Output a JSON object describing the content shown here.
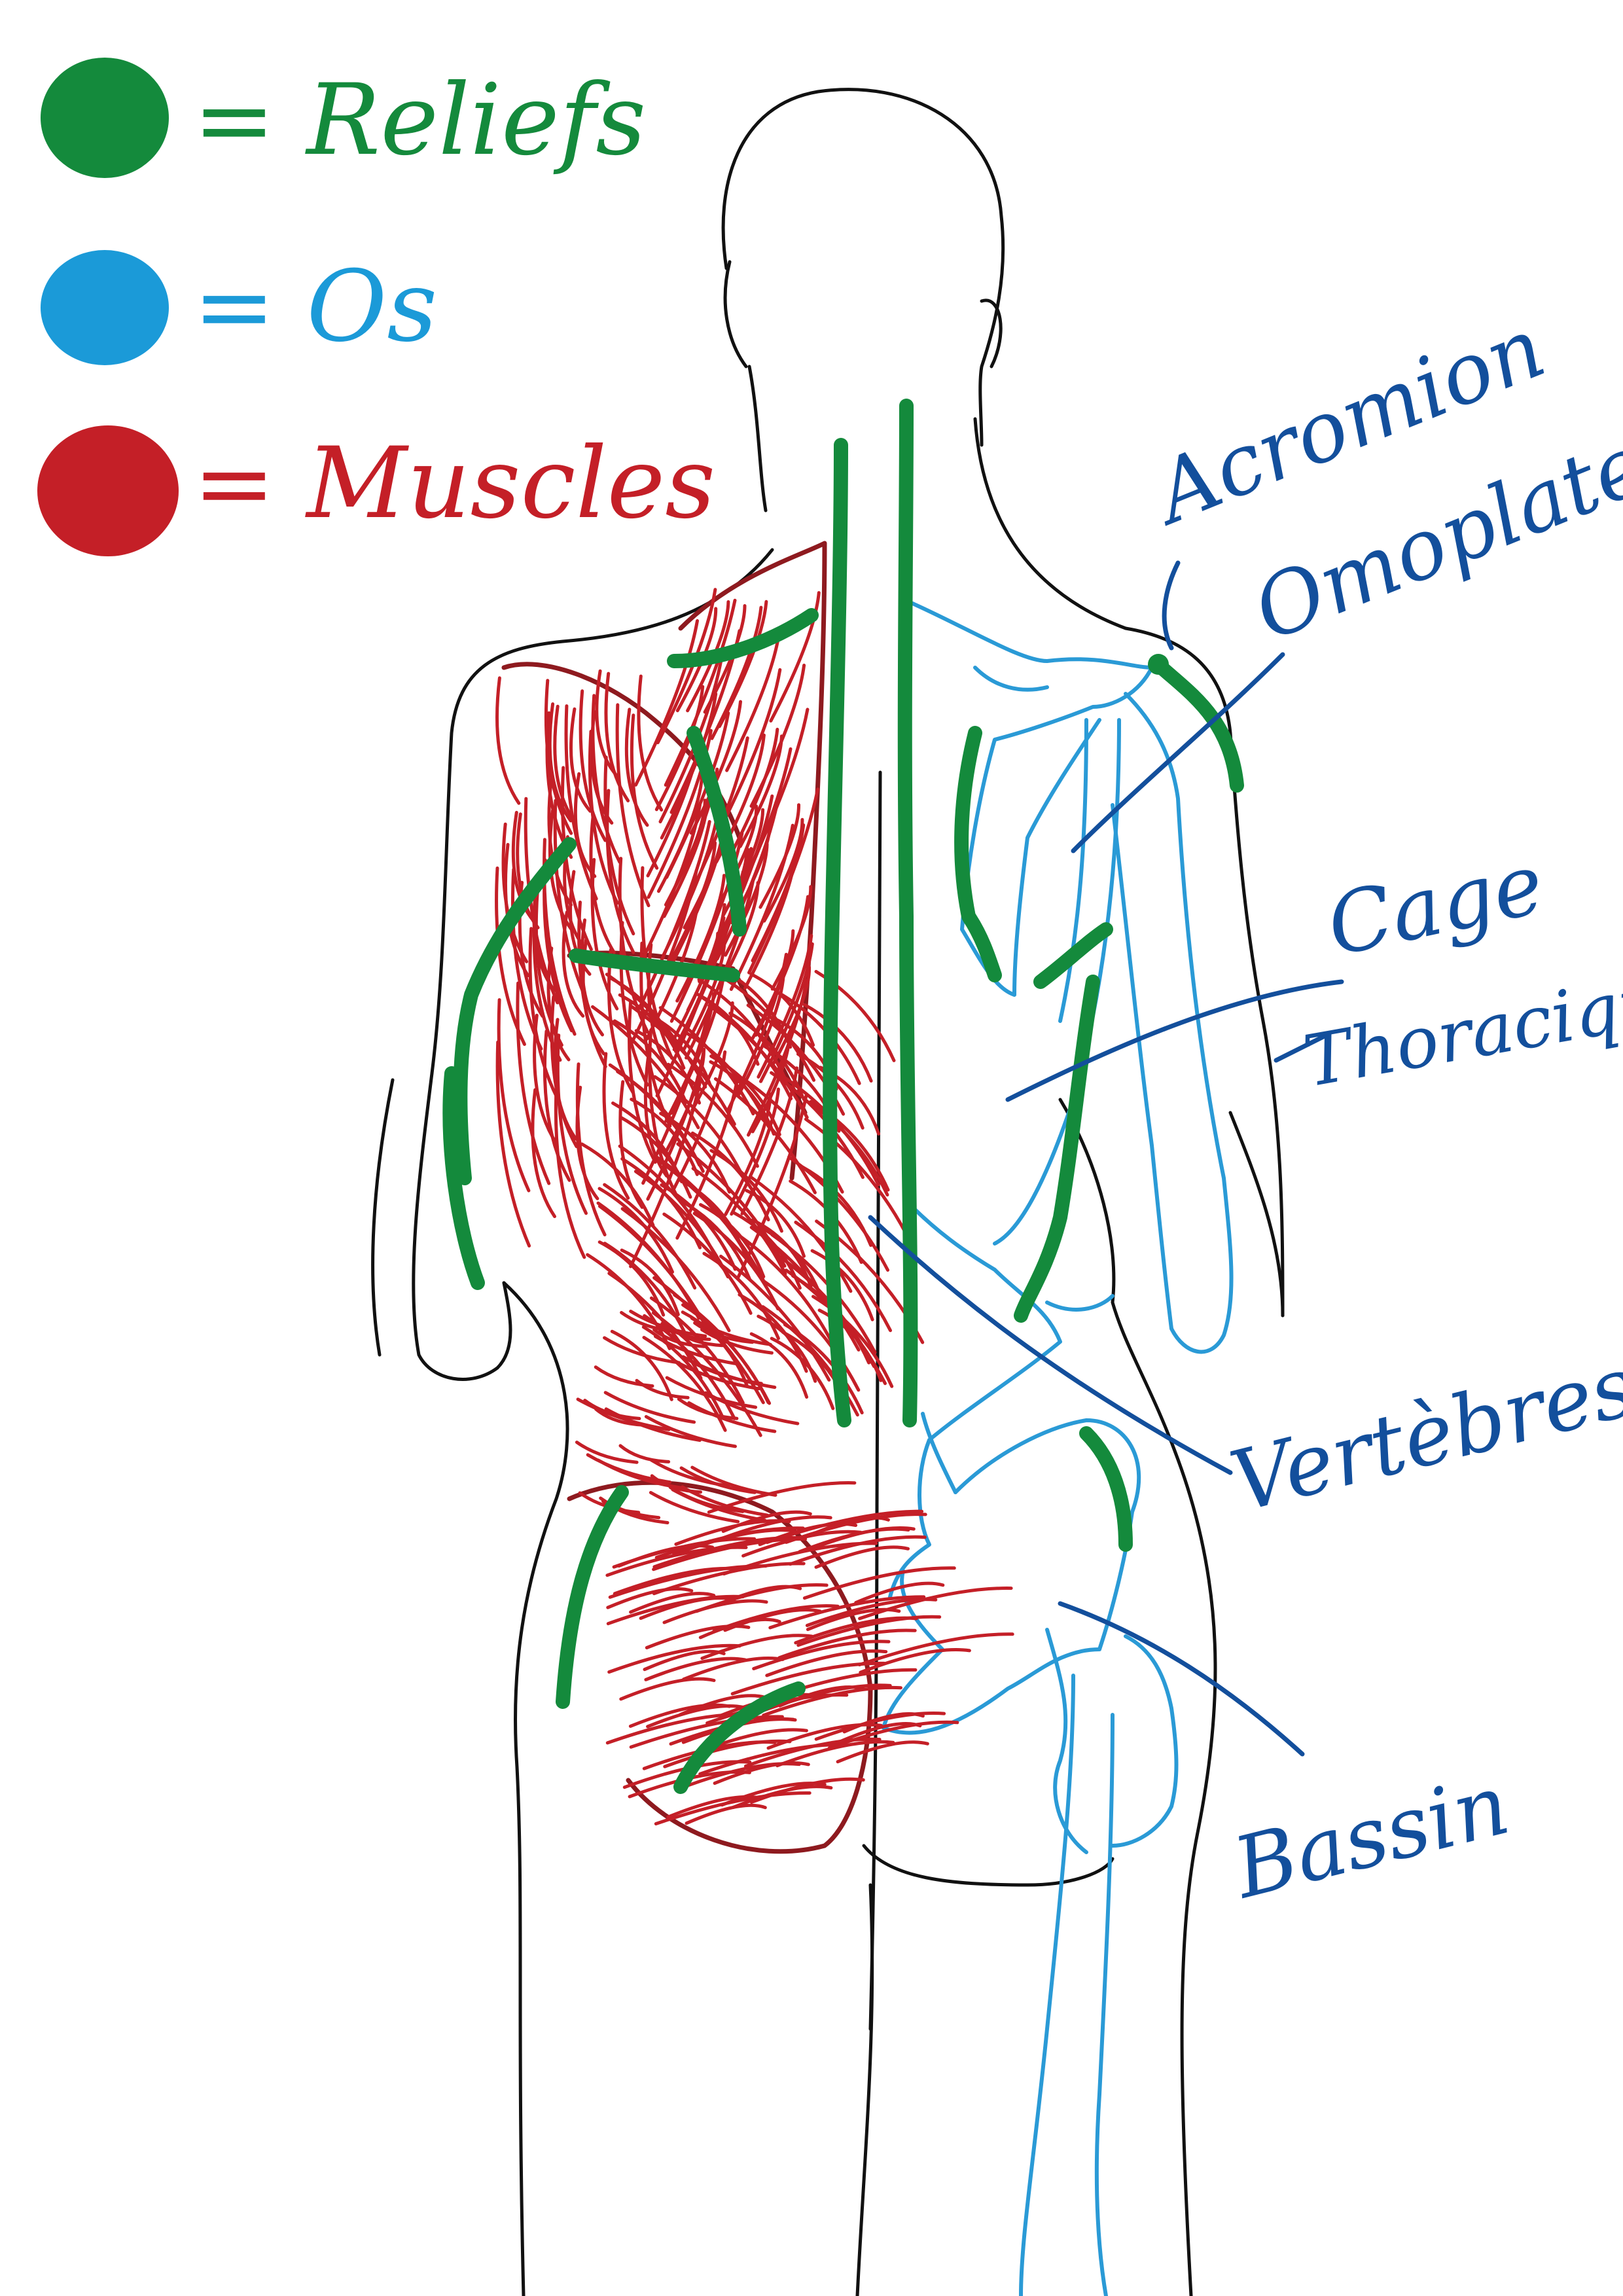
{
  "legend": [
    {
      "label": "= Reliefs",
      "color": "#148a3c"
    },
    {
      "label": "= Os",
      "color": "#1b9ad8"
    },
    {
      "label": "= Muscles",
      "color": "#c41f27"
    }
  ],
  "labels": {
    "acromion": "Acromion",
    "omoplate": "Omoplate",
    "cage": "Cage",
    "thoracique": "Thoracique",
    "vertebres": "Vertèbres",
    "bassin": "Bassin"
  },
  "colors": {
    "outline": "#111111",
    "bones": "#2a9ad6",
    "reliefs": "#148a3c",
    "muscles": "#c41f27",
    "labels": "#134f9c"
  }
}
